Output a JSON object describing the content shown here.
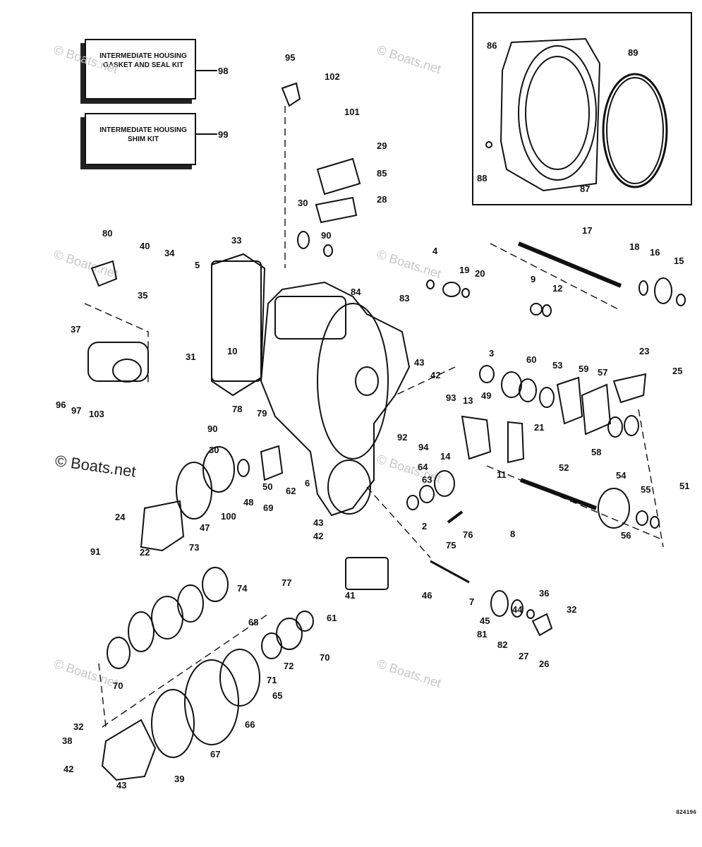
{
  "kits": {
    "gasket_seal": "INTERMEDIATE HOUSING GASKET AND SEAL KIT",
    "gasket_seal_ref": "98",
    "shim": "INTERMEDIATE HOUSING SHIM KIT",
    "shim_ref": "99"
  },
  "watermark": "© Boats.net",
  "drawing_number": "824196",
  "callouts": [
    "95",
    "102",
    "101",
    "29",
    "85",
    "28",
    "30",
    "90",
    "33",
    "80",
    "40",
    "34",
    "5",
    "35",
    "31",
    "10",
    "37",
    "96",
    "97",
    "103",
    "78",
    "79",
    "90",
    "30",
    "50",
    "48",
    "100",
    "47",
    "62",
    "6",
    "69",
    "43",
    "42",
    "77",
    "24",
    "91",
    "22",
    "73",
    "74",
    "68",
    "70",
    "72",
    "71",
    "70",
    "65",
    "66",
    "67",
    "32",
    "38",
    "42",
    "43",
    "39",
    "41",
    "61",
    "46",
    "7",
    "45",
    "81",
    "44",
    "82",
    "36",
    "27",
    "32",
    "26",
    "75",
    "76",
    "2",
    "63",
    "64",
    "14",
    "92",
    "94",
    "93",
    "13",
    "49",
    "11",
    "21",
    "8",
    "3",
    "60",
    "53",
    "59",
    "57",
    "23",
    "25",
    "58",
    "52",
    "54",
    "55",
    "56",
    "51",
    "4",
    "19",
    "20",
    "84",
    "83",
    "43",
    "42",
    "17",
    "9",
    "12",
    "18",
    "16",
    "15",
    "86",
    "89",
    "88",
    "87"
  ]
}
